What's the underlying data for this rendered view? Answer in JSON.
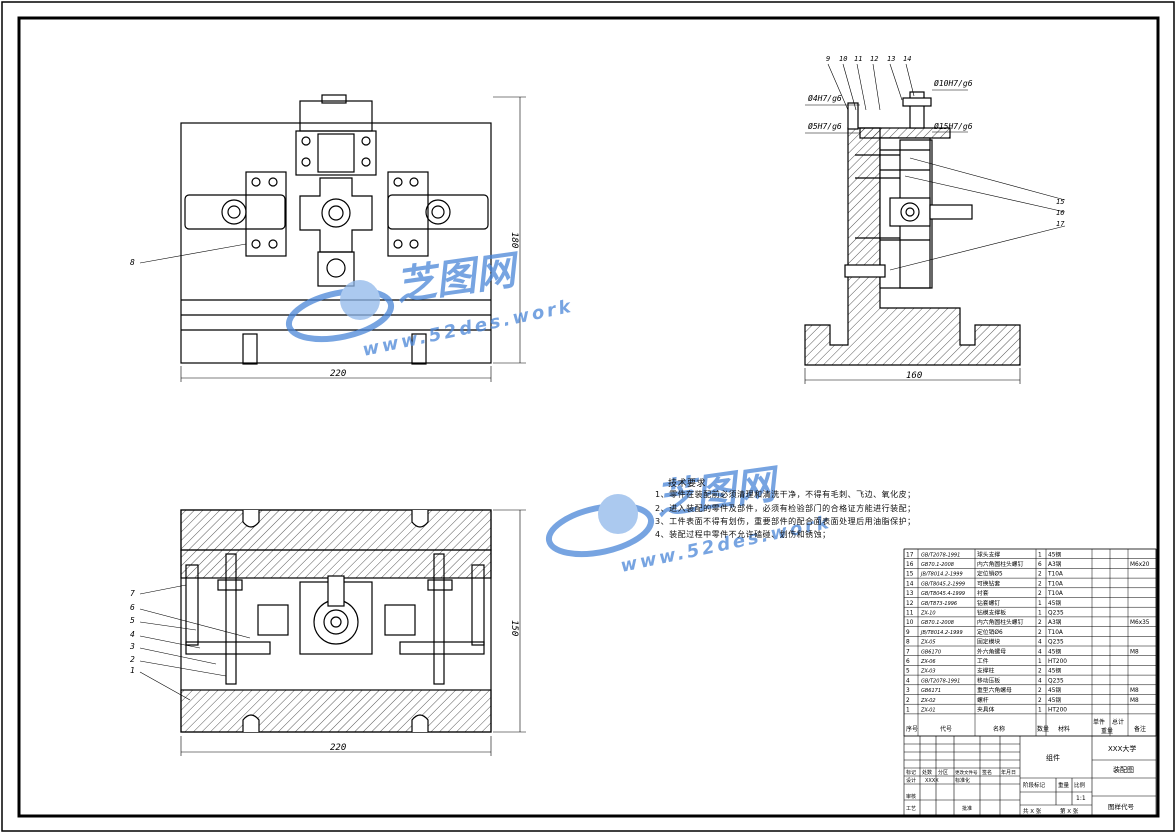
{
  "watermark": {
    "brand": "芝图网",
    "url": "www.52des.work",
    "color": "#4a86d8"
  },
  "views": {
    "top": {
      "width_label": "220",
      "height_label": "180",
      "balloon": "8"
    },
    "side": {
      "width_label": "160",
      "fits": [
        "Ø10H7/g6",
        "Ø4H7/g6",
        "Ø5H7/g6",
        "Ø15H7/g6"
      ],
      "top_balloons": [
        "9",
        "10",
        "11",
        "12",
        "13",
        "14"
      ],
      "right_balloons": [
        "15",
        "16",
        "17"
      ]
    },
    "front": {
      "width_label": "220",
      "height_label": "150",
      "balloons": [
        "7",
        "6",
        "5",
        "4",
        "3",
        "2",
        "1"
      ]
    }
  },
  "tech": {
    "title": "技术要求",
    "items": [
      "1、零件在装配前必须清理和清洗干净，不得有毛刺、飞边、氧化皮；",
      "2、进入装配的零件及部件，必须有检验部门的合格证方能进行装配；",
      "3、工件表面不得有划伤，重要部件的配合面表面处理后用油脂保护；",
      "4、装配过程中零件不允许磕碰、划伤和锈蚀；"
    ]
  },
  "bom": {
    "rows": [
      [
        "17",
        "GB/T2078-1991",
        "球头支撑",
        "1",
        "45钢",
        ""
      ],
      [
        "16",
        "GB70.1-2008",
        "内六角圆柱头螺钉",
        "6",
        "A3钢",
        "M6x20"
      ],
      [
        "15",
        "JB/T8014.2-1999",
        "定位销Ø5",
        "2",
        "T10A",
        ""
      ],
      [
        "14",
        "GB/T8045.2-1999",
        "可换钻套",
        "2",
        "T10A",
        ""
      ],
      [
        "13",
        "GB/T8045.4-1999",
        "衬套",
        "2",
        "T10A",
        ""
      ],
      [
        "12",
        "GB/T873-1996",
        "钻套螺钉",
        "1",
        "45钢",
        ""
      ],
      [
        "11",
        "ZX-10",
        "钻模支撑板",
        "1",
        "Q235",
        ""
      ],
      [
        "10",
        "GB70.1-2008",
        "内六角圆柱头螺钉",
        "2",
        "A3钢",
        "M6x35"
      ],
      [
        "9",
        "JB/T8014.2-1999",
        "定位销Ø6",
        "2",
        "T10A",
        ""
      ],
      [
        "8",
        "ZX-05",
        "固定模块",
        "4",
        "Q235",
        ""
      ],
      [
        "7",
        "GB6170",
        "外六角螺母",
        "4",
        "45钢",
        "M8"
      ],
      [
        "6",
        "ZX-06",
        "工件",
        "1",
        "HT200",
        ""
      ],
      [
        "5",
        "ZX-03",
        "支撑柱",
        "2",
        "45钢",
        ""
      ],
      [
        "4",
        "GB/T2078-1991",
        "移动压板",
        "4",
        "Q235",
        ""
      ],
      [
        "3",
        "GB6171",
        "重型六角螺母",
        "2",
        "45钢",
        "M8"
      ],
      [
        "2",
        "ZX-02",
        "螺杆",
        "2",
        "45钢",
        "M8"
      ],
      [
        "1",
        "ZX-01",
        "夹具体",
        "1",
        "HT200",
        ""
      ]
    ],
    "header": {
      "seq": "序号",
      "code": "代号",
      "name": "名称",
      "qty": "数量",
      "mat": "材料",
      "single": "单件",
      "total": "总计",
      "weight": "重量",
      "remark": "备注"
    }
  },
  "title_block": {
    "school": "XXX大学",
    "assembly": "组件",
    "drawing": "装配图",
    "drawing_no": "图样代号",
    "scale": "1:1",
    "stage": "阶段标记",
    "weight": "重量",
    "ratio": "比例",
    "sheets": "共  X  张",
    "sheet_no": "第  X  张",
    "mark": "标记",
    "count": "处数",
    "zone": "分区",
    "change": "更改文件号",
    "sign": "签名",
    "date": "年月日",
    "design": "设计",
    "design_val": "XXXX",
    "standard": "标准化",
    "review": "审核",
    "process": "工艺",
    "approve": "批准"
  }
}
